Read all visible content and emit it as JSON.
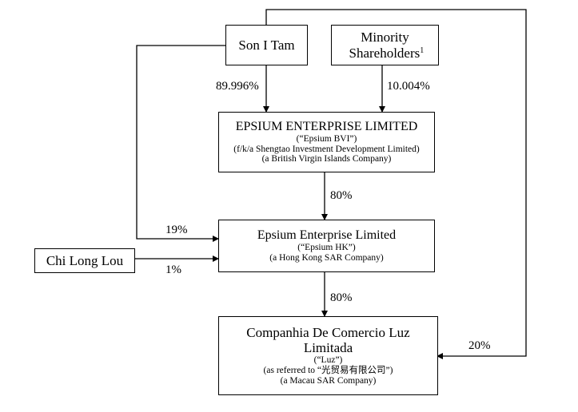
{
  "entities": {
    "son_i_tam": {
      "name": "Son I Tam"
    },
    "minority": {
      "name": "Minority Shareholders",
      "footnote": "1"
    },
    "epsium_bvi": {
      "name": "EPSIUM ENTERPRISE LIMITED",
      "short": "(“Epsium BVI”)",
      "former": "(f/k/a Shengtao Investment Development Limited)",
      "jurisdiction": "(a British Virgin Islands Company)"
    },
    "epsium_hk": {
      "name": "Epsium Enterprise Limited",
      "short": "(“Epsium HK”)",
      "jurisdiction": "(a Hong Kong SAR Company)"
    },
    "chi_long_lou": {
      "name": "Chi Long Lou"
    },
    "luz": {
      "name_line1": "Companhia De Comercio Luz",
      "name_line2": "Limitada",
      "short": "(“Luz”)",
      "referred": "(as referred to “光贸易有限公司”)",
      "jurisdiction": "(a Macau SAR Company)"
    }
  },
  "ownership": {
    "son_to_bvi": "89.996%",
    "minority_to_bvi": "10.004%",
    "bvi_to_hk": "80%",
    "son_to_hk": "19%",
    "lou_to_hk": "1%",
    "hk_to_luz": "80%",
    "son_to_luz": "20%"
  },
  "colors": {
    "line": "#000000",
    "background": "#ffffff"
  }
}
